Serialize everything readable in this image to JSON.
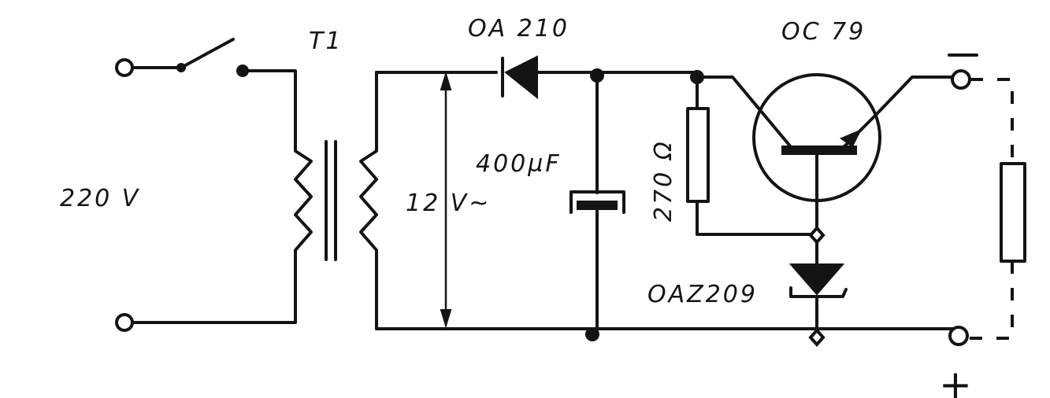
{
  "labels": {
    "transformer": "T1",
    "diode": "OA 210",
    "transistor": "OC 79",
    "mains_voltage": "220 V",
    "secondary_voltage": "12 V~",
    "capacitor": "400µF",
    "resistor": "270 Ω",
    "zener": "OAZ209",
    "minus": "−",
    "plus": "+"
  }
}
